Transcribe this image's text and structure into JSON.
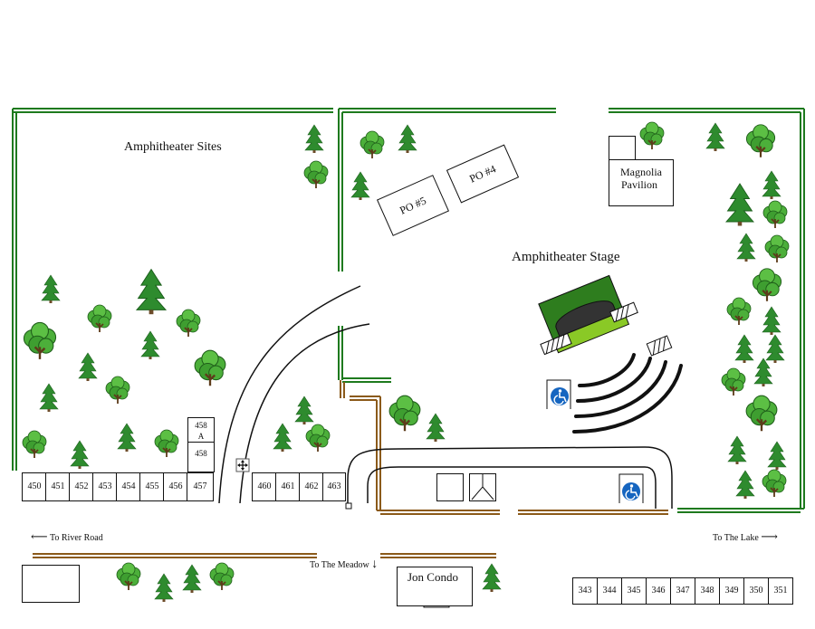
{
  "title": "Amphitheater Sites",
  "stage_label": "Amphitheater Stage",
  "pavilion_label": "Magnolia Pavilion",
  "pavilion_line1": "Magnolia",
  "pavilion_line2": "Pavilion",
  "po_left": "PO #5",
  "po_right": "PO #4",
  "condo_label": "Jon Condo",
  "directions": {
    "river": "To River Road",
    "meadow": "To The Meadow",
    "lake": "To The Lake",
    "left_arrow": "⟵",
    "down_arrow": "↓",
    "right_arrow": "⟶"
  },
  "sites_left": [
    "450",
    "451",
    "452",
    "453",
    "454",
    "455",
    "456",
    "457"
  ],
  "sites_mid": [
    "460",
    "461",
    "462",
    "463"
  ],
  "sites_right": [
    "343",
    "344",
    "345",
    "346",
    "347",
    "348",
    "349",
    "350",
    "351"
  ],
  "site_458a_top": "458",
  "site_458a_bottom": "A",
  "site_458": "458",
  "colors": {
    "fence_green": "#1e7a1e",
    "fence_brown": "#8b5a1a",
    "tree_green": "#2c8c2c",
    "stage_dark": "#2e7d1e",
    "stage_light": "#8ac926",
    "accessible_blue": "#1565c0"
  },
  "icons": [
    "pine-tree-icon",
    "oak-tree-icon",
    "accessible-parking-icon",
    "restroom-icon",
    "move-icon"
  ]
}
